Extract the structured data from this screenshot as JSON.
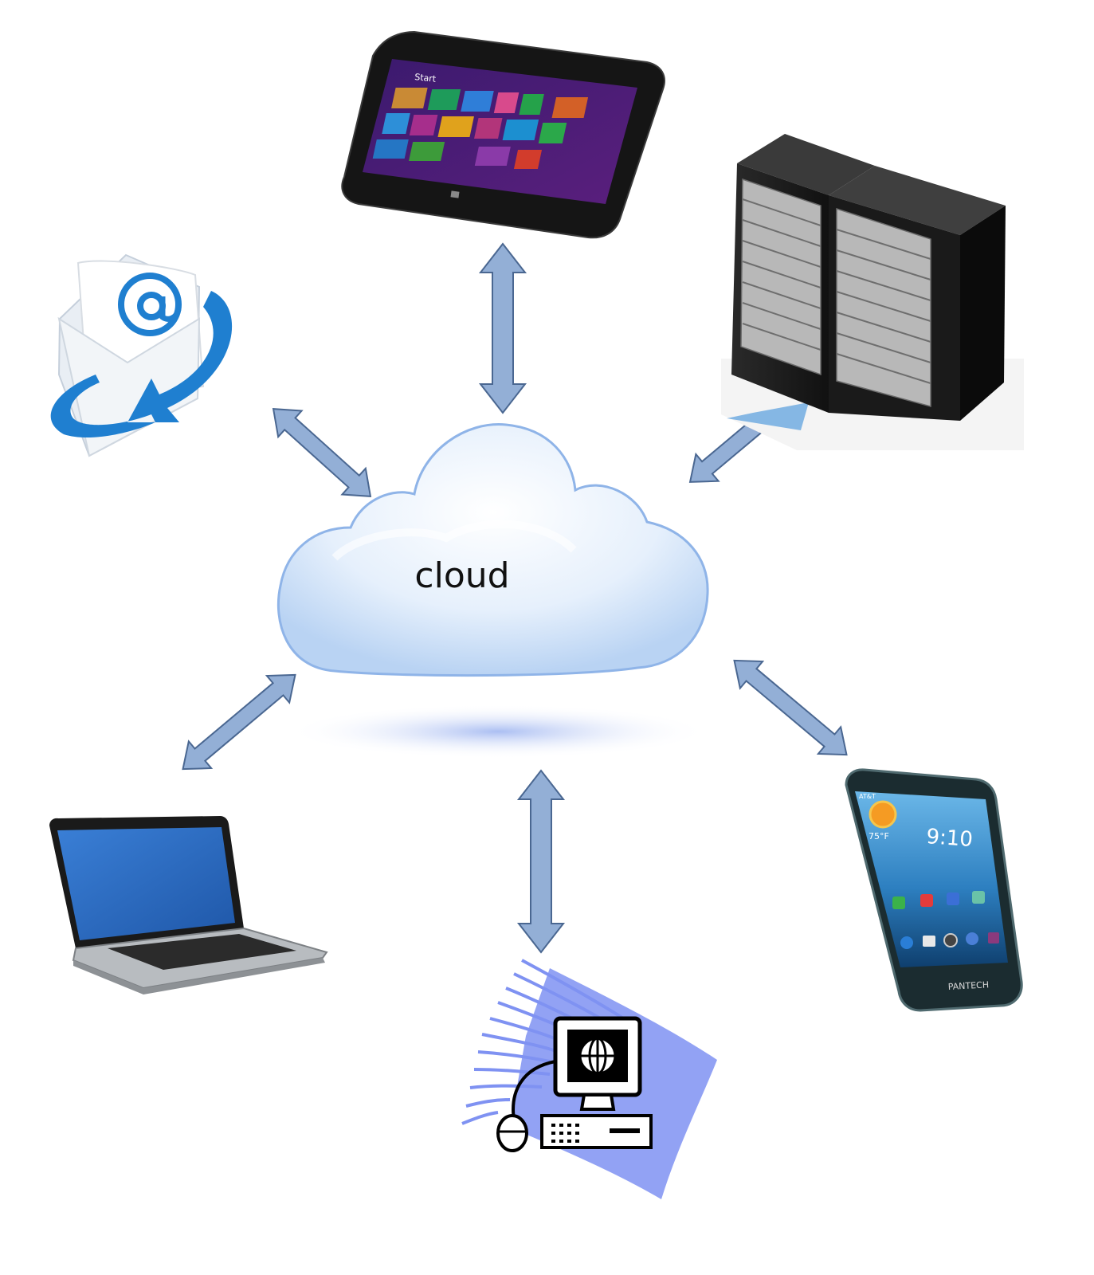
{
  "diagram": {
    "center_label": "cloud",
    "nodes": [
      {
        "id": "tablet",
        "icon": "tablet-icon"
      },
      {
        "id": "server",
        "icon": "server-rack-icon"
      },
      {
        "id": "email",
        "icon": "email-icon"
      },
      {
        "id": "laptop",
        "icon": "laptop-icon"
      },
      {
        "id": "desktop",
        "icon": "desktop-computer-icon"
      },
      {
        "id": "smartphone",
        "icon": "smartphone-icon"
      }
    ],
    "connections": [
      {
        "from": "cloud",
        "to": "tablet",
        "type": "bidirectional"
      },
      {
        "from": "cloud",
        "to": "server",
        "type": "bidirectional"
      },
      {
        "from": "cloud",
        "to": "email",
        "type": "bidirectional"
      },
      {
        "from": "cloud",
        "to": "laptop",
        "type": "bidirectional"
      },
      {
        "from": "cloud",
        "to": "desktop",
        "type": "bidirectional"
      },
      {
        "from": "cloud",
        "to": "smartphone",
        "type": "bidirectional"
      }
    ],
    "phone_screen": {
      "clock": "9:10",
      "temperature": "75°F",
      "brand": "PANTECH",
      "carrier": "AT&T"
    },
    "tablet_screen": {
      "start_label": "Start"
    },
    "colors": {
      "arrow_fill": "#93afd6",
      "arrow_stroke": "#4a6791",
      "cloud_fill": "#dbe9fb",
      "cloud_stroke": "#8fb4e8",
      "email_blue": "#1f7fd0",
      "laptop_screen": "#2d6ec7",
      "swoosh": "#7f92f2"
    }
  }
}
